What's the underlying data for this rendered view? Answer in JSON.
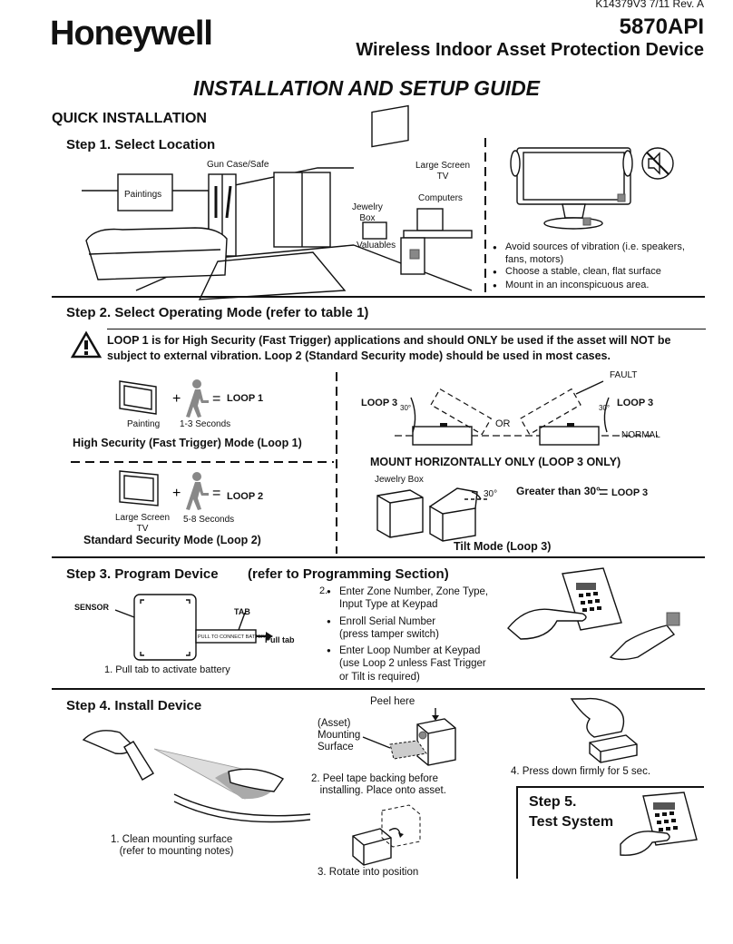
{
  "header": {
    "doc_code": "K14379V3  7/11  Rev. A",
    "brand": "Honeywell",
    "model": "5870API",
    "subtitle": "Wireless Indoor Asset Protection Device",
    "title": "INSTALLATION AND SETUP GUIDE"
  },
  "quick_install": "QUICK INSTALLATION",
  "step1": {
    "heading": "Step 1. Select Location",
    "labels": {
      "gun_case": "Gun Case/Safe",
      "paintings": "Paintings",
      "large_screen_tv": "Large Screen\nTV",
      "computers": "Computers",
      "jewelry_box": "Jewelry\nBox",
      "valuables": "Valuables"
    },
    "bullets": [
      "Avoid sources of vibration (i.e. speakers,\nfans, motors)",
      "Choose a stable, clean, flat surface",
      "Mount in an inconspicuous area."
    ]
  },
  "step2": {
    "heading": "Step 2. Select Operating Mode (refer to table 1)",
    "warning": "LOOP 1 is for High Security (Fast Trigger) applications and should ONLY be used if the asset will NOT be subject to external vibration. Loop 2 (Standard Security mode) should be used in most cases.",
    "loop1": {
      "asset": "Painting",
      "time": "1-3 Seconds",
      "result": "LOOP 1",
      "caption": "High Security (Fast Trigger) Mode (Loop 1)"
    },
    "loop2": {
      "asset": "Large Screen\nTV",
      "time": "5-8 Seconds",
      "result": "LOOP 2",
      "caption": "Standard Security Mode (Loop 2)"
    },
    "loop3": {
      "fault": "FAULT",
      "left_label": "LOOP 3",
      "right_label": "LOOP 3",
      "angle": "30°",
      "or": "OR",
      "normal": "NORMAL",
      "mount_note": "MOUNT HORIZONTALLY ONLY (LOOP 3 ONLY)",
      "jewelry_box": "Jewelry Box",
      "tilt_angle": "30°",
      "greater_than": "Greater than 30°",
      "result": "LOOP 3",
      "caption": "Tilt Mode (Loop 3)"
    }
  },
  "step3": {
    "heading": "Step 3. Program Device",
    "heading_note": "(refer to Programming Section)",
    "sensor": "SENSOR",
    "tab": "TAB",
    "tab_text": "PULL TO CONNECT BATTERY",
    "pull_tab": "Pull tab",
    "item1": "1. Pull tab to activate battery",
    "item2_num": "2.",
    "bullets": [
      "Enter Zone Number, Zone Type,\nInput Type at Keypad",
      "Enroll Serial Number\n(press tamper switch)",
      "Enter Loop Number at Keypad\n(use Loop 2 unless Fast Trigger\nor Tilt is required)"
    ]
  },
  "step4": {
    "heading": "Step 4. Install Device",
    "item1": "1. Clean mounting surface\n   (refer to mounting notes)",
    "peel_here": "Peel here",
    "mounting_surface": "(Asset)\nMounting\nSurface",
    "item2": "2. Peel tape backing before\n   installing. Place onto asset.",
    "item3": "3. Rotate into position",
    "item4": "4. Press down firmly for 5 sec."
  },
  "step5": {
    "heading": "Step 5.\nTest System"
  }
}
